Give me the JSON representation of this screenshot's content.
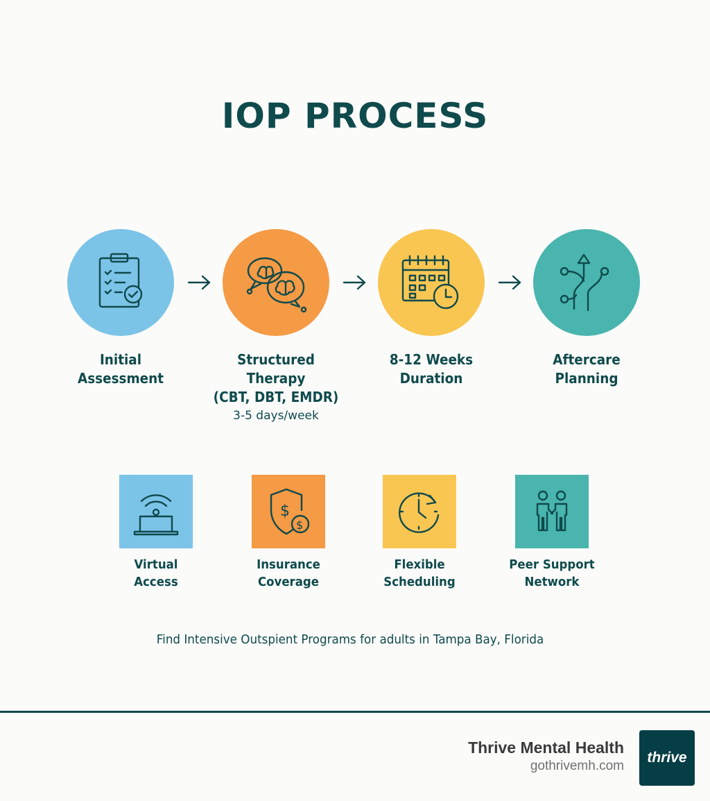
{
  "title": "IOP PROCESS",
  "colors": {
    "blue": "#7cc3e8",
    "orange": "#f59a45",
    "yellow": "#f9c652",
    "teal": "#49b5ae",
    "dark": "#0f4a4c"
  },
  "steps": [
    {
      "title_line1": "Initial",
      "title_line2": "Assessment",
      "icon": "clipboard-check-icon"
    },
    {
      "title_line1": "Structured Therapy",
      "title_line2": "(CBT, DBT, EMDR)",
      "subtitle": "3-5 days/week",
      "icon": "brain-speech-icon"
    },
    {
      "title_line1": "8-12 Weeks",
      "title_line2": "Duration",
      "icon": "calendar-clock-icon"
    },
    {
      "title_line1": "Aftercare",
      "title_line2": "Planning",
      "icon": "branching-path-icon"
    }
  ],
  "features": [
    {
      "line1": "Virtual",
      "line2": "Access",
      "icon": "laptop-wifi-icon"
    },
    {
      "line1": "Insurance",
      "line2": "Coverage",
      "icon": "shield-dollar-icon"
    },
    {
      "line1": "Flexible",
      "line2": "Scheduling",
      "icon": "clock-refresh-icon"
    },
    {
      "line1": "Peer Support",
      "line2": "Network",
      "icon": "people-holding-hands-icon"
    }
  ],
  "caption": "Find Intensive Outspient Programs for adults in Tampa Bay, Florida",
  "footer": {
    "brand_name": "Thrive Mental Health",
    "url": "gothrivemh.com",
    "logo_text": "thrive"
  }
}
